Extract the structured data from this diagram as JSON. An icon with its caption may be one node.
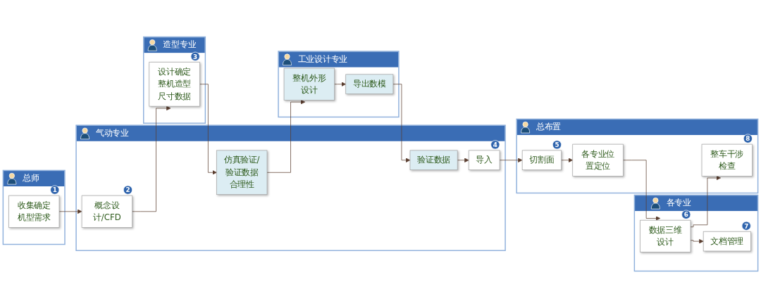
{
  "diagram": {
    "nodes": [
      {
        "text": [
          "总师"
        ]
      },
      {
        "text": [
          "收集确定机型需求"
        ],
        "in": 0,
        "beside": [
          "1"
        ]
      },
      {
        "text": [
          "气动专业"
        ]
      },
      {
        "text": [
          "概念设计/CFD"
        ],
        "in": 2,
        "beside": [
          "2"
        ]
      },
      {
        "text": [
          "仿真验证/验证数据合理性"
        ],
        "in": 2
      },
      {
        "text": [
          "验证数据"
        ],
        "in": 2
      },
      {
        "text": [
          "导入"
        ],
        "in": 2,
        "beside": [
          "4"
        ]
      },
      {
        "text": [
          "造型专业"
        ]
      },
      {
        "text": [
          "设计确定整机造型尺寸数据"
        ],
        "in": 7,
        "beside": [
          "3"
        ]
      },
      {
        "text": [
          "工业设计专业"
        ]
      },
      {
        "text": [
          "整机外形设计"
        ],
        "in": 9
      },
      {
        "text": [
          "导出数模"
        ],
        "in": 9
      },
      {
        "text": [
          "总布置"
        ]
      },
      {
        "text": [
          "切割面"
        ],
        "in": 12,
        "beside": [
          "5"
        ]
      },
      {
        "text": [
          "各专业位置定位"
        ],
        "in": 12
      },
      {
        "text": [
          "整车干涉检查"
        ],
        "in": 12,
        "beside": [
          "8"
        ]
      },
      {
        "text": [
          "各专业"
        ]
      },
      {
        "text": [
          "数据三维设计"
        ],
        "in": 16,
        "beside": [
          "6"
        ]
      },
      {
        "text": [
          "文档管理"
        ],
        "in": 16,
        "beside": [
          "7"
        ]
      }
    ],
    "edges": [
      {
        "from": 1,
        "to": 3,
        "arrow": "to"
      },
      {
        "from": 3,
        "to": 8,
        "arrow": "to"
      },
      {
        "from": 8,
        "to": 4,
        "arrow": "to"
      },
      {
        "from": 4,
        "to": 10,
        "arrow": "to"
      },
      {
        "from": 10,
        "to": 11,
        "arrow": "to"
      },
      {
        "from": 11,
        "to": 5,
        "arrow": "to"
      },
      {
        "from": 5,
        "to": 6,
        "arrow": "to"
      },
      {
        "from": 6,
        "to": 13,
        "arrow": "to"
      },
      {
        "from": 13,
        "to": 14,
        "arrow": "to"
      },
      {
        "from": 14,
        "to": 17,
        "arrow": "to"
      },
      {
        "from": 17,
        "to": 18,
        "arrow": "to"
      },
      {
        "from": 17,
        "to": 15,
        "arrow": "to"
      }
    ]
  }
}
